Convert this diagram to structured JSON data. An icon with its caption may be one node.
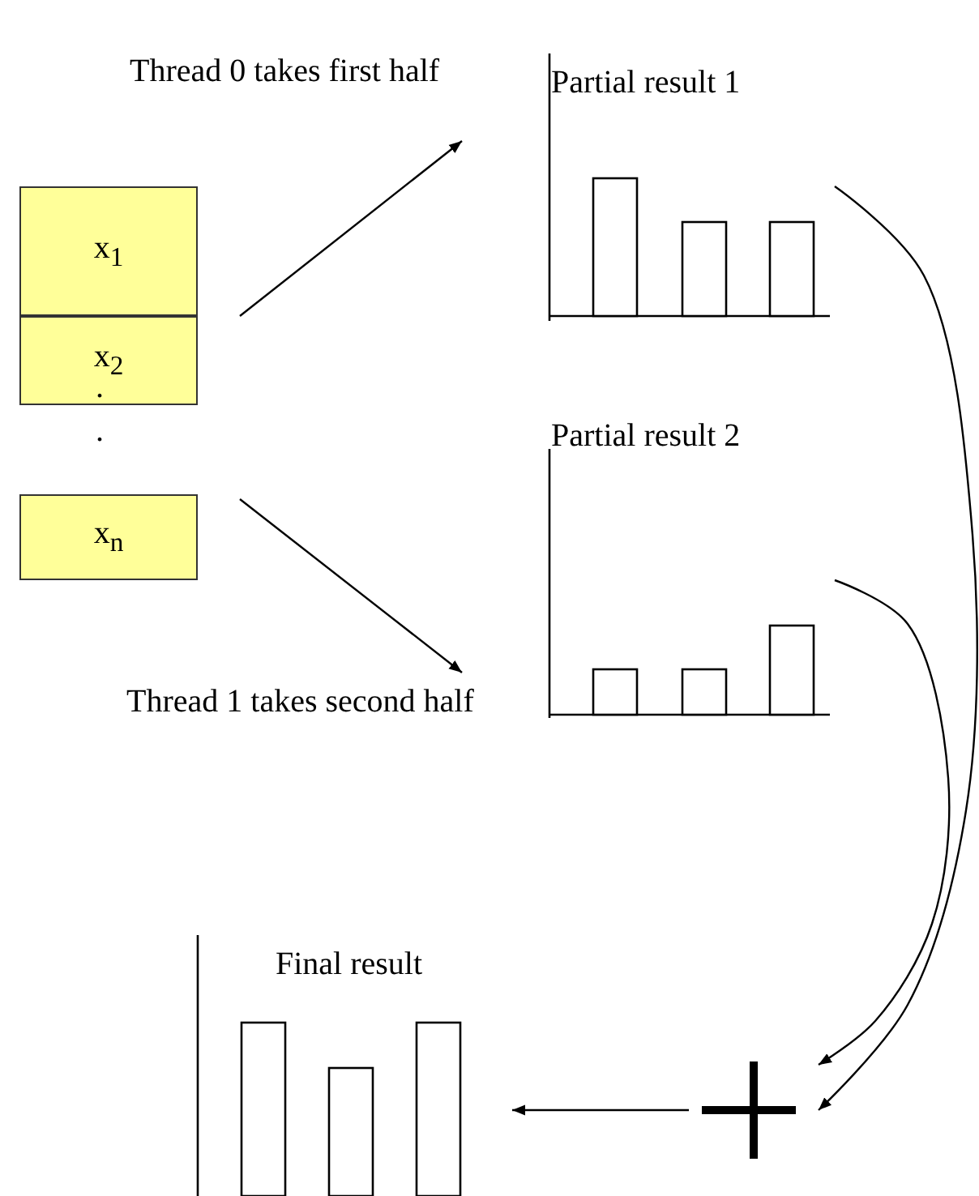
{
  "diagram": {
    "nodes": [
      {
        "text": [
          "x$_{1}$"
        ]
      },
      {
        "text": [
          "x$_{2}$"
        ]
      },
      {
        "text": [
          "x$_{n}$"
        ]
      },
      {
        "text": [
          "Partial result 1"
        ]
      },
      {
        "text": [
          "Partial result 2"
        ]
      },
      {
        "text": [],
        "shape": "plus"
      },
      {
        "text": [
          "Final result"
        ]
      }
    ],
    "edges": [
      {
        "from": 0,
        "to": 3,
        "arrow": "to",
        "label": "Thread 0 takes first half"
      },
      {
        "from": 2,
        "to": 4,
        "arrow": "to",
        "label": "Thread 1 takes second half"
      },
      {
        "from": 3,
        "to": 5,
        "arrow": "to"
      },
      {
        "from": 4,
        "to": 5,
        "arrow": "to"
      },
      {
        "from": 5,
        "to": 6,
        "arrow": "to"
      }
    ],
    "labels": [
      ".",
      "."
    ]
  }
}
